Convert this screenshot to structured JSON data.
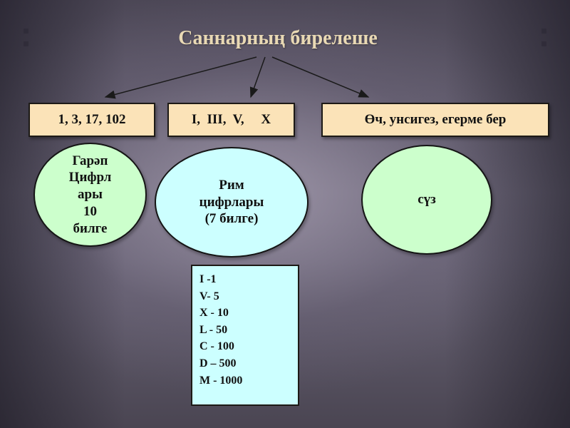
{
  "title": "Саннарның бирелеше",
  "boxes": {
    "arabic_examples": "1, 3, 17, 102",
    "roman_examples": "I,  III,  V,     X",
    "words_examples": "Өч, унсигез, егерме бер"
  },
  "ellipses": {
    "arabic": [
      "Гарәп",
      "Цифрл",
      "ары",
      "10",
      "билге"
    ],
    "roman": [
      "Рим",
      "цифрлары",
      "(7 билге)"
    ],
    "word": [
      "сүз"
    ]
  },
  "roman_table": [
    "I -1",
    "V- 5",
    "X - 10",
    "L - 50",
    "C - 100",
    "D – 500",
    "M - 1000"
  ],
  "colors": {
    "box_fill": "#fbe3b8",
    "ellipse_arabic": "#ccffcc",
    "ellipse_roman": "#ccffff",
    "ellipse_word": "#ccffcc",
    "table_fill": "#ccffff",
    "title_color": "#e9d9b4"
  }
}
